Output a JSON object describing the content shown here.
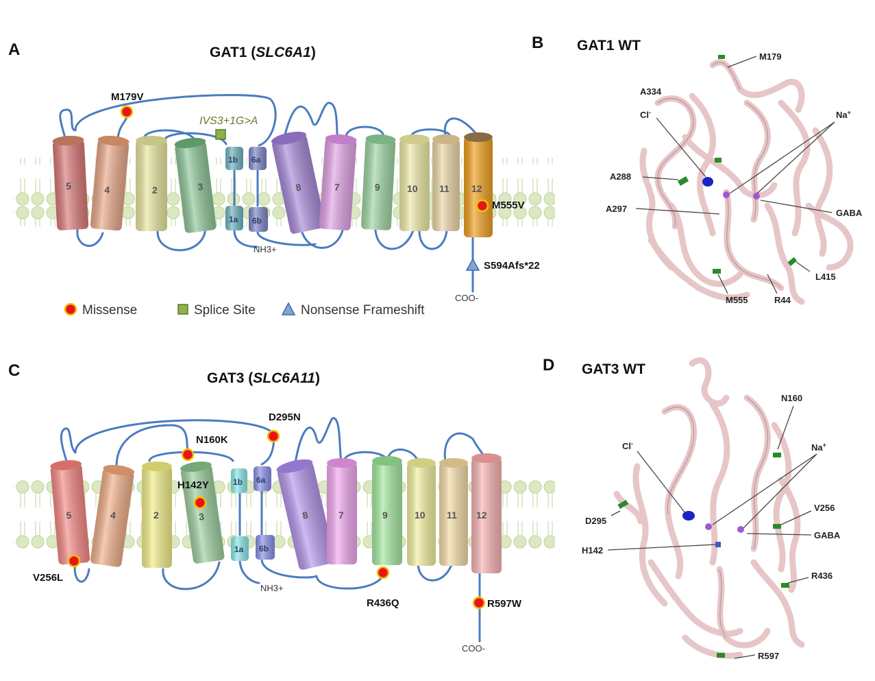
{
  "panels": {
    "A": {
      "letter": "A",
      "title_prefix": "GAT1 (",
      "title_gene": "SLC6A1",
      "title_suffix": ")",
      "helices": [
        "5",
        "4",
        "2",
        "3",
        "1b",
        "6a",
        "8",
        "7",
        "9",
        "10",
        "11",
        "12",
        "1a",
        "6b"
      ],
      "mutations": {
        "m179v": "M179V",
        "m555v": "M555V",
        "splice": "IVS3+1G>A",
        "frameshift": "S594Afs*22"
      },
      "n_term": "NH3+",
      "c_term": "COO-",
      "legend": {
        "missense": "Missense",
        "splice": "Splice Site",
        "frameshift": "Nonsense Frameshift"
      }
    },
    "B": {
      "letter": "B",
      "title": "GAT1 WT",
      "labels": {
        "m179": "M179",
        "a334": "A334",
        "cl": "Cl",
        "cl_sup": "-",
        "na": "Na",
        "na_sup": "+",
        "a288": "A288",
        "a297": "A297",
        "gaba": "GABA",
        "l415": "L415",
        "m555": "M555",
        "r44": "R44"
      }
    },
    "C": {
      "letter": "C",
      "title_prefix": "GAT3 (",
      "title_gene": "SLC6A11",
      "title_suffix": ")",
      "helices": [
        "5",
        "4",
        "2",
        "3",
        "1b",
        "6a",
        "8",
        "7",
        "9",
        "10",
        "11",
        "12",
        "1a",
        "6b"
      ],
      "mutations": {
        "d295n": "D295N",
        "n160k": "N160K",
        "h142y": "H142Y",
        "v256l": "V256L",
        "r436q": "R436Q",
        "r597w": "R597W"
      },
      "n_term": "NH3+",
      "c_term": "COO-"
    },
    "D": {
      "letter": "D",
      "title": "GAT3 WT",
      "labels": {
        "n160": "N160",
        "cl": "Cl",
        "cl_sup": "-",
        "na": "Na",
        "na_sup": "+",
        "v256": "V256",
        "d295": "D295",
        "gaba": "GABA",
        "h142": "H142",
        "r436": "R436",
        "r597": "R597"
      }
    }
  },
  "colors": {
    "loop": "#4a7cc0",
    "missense": "#e8141b",
    "missense_ring": "#f2c200",
    "splice": "#8fb04a",
    "frameshift": "#7fa6d6",
    "membrane": "#cfe0b0",
    "ribbon": "#e6c3c5",
    "chloride": "#1a24c8",
    "sodium": "#a05ad0"
  }
}
